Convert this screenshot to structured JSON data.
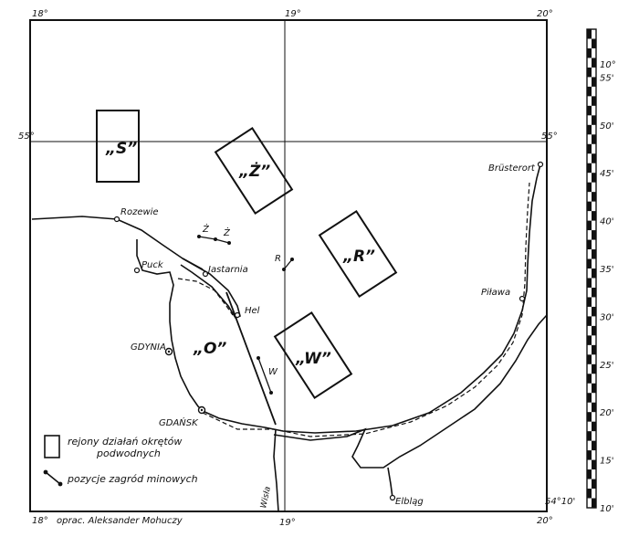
{
  "map": {
    "top_lon_labels": [
      "18°",
      "19°",
      "20°"
    ],
    "bottom_lon_labels": [
      "18°",
      "19°",
      "20°"
    ],
    "lat_labels": [
      "55°",
      "55°"
    ],
    "corner_label": "54°10'",
    "scale_labels": [
      "10°",
      "55'",
      "50'",
      "45'",
      "40'",
      "35'",
      "30'",
      "25'",
      "20'",
      "15'",
      "10'"
    ],
    "areas": [
      {
        "id": "S",
        "label": "„S”"
      },
      {
        "id": "Z",
        "label": "„Ż”"
      },
      {
        "id": "R",
        "label": "„R”"
      },
      {
        "id": "O",
        "label": "„O”"
      },
      {
        "id": "W",
        "label": "„W”"
      }
    ],
    "minefields": [
      {
        "id": "Z1",
        "label": "Ż"
      },
      {
        "id": "Z2",
        "label": "Ż"
      },
      {
        "id": "R",
        "label": "R"
      },
      {
        "id": "W",
        "label": "W"
      }
    ],
    "places": {
      "rozewie": "Rozewie",
      "puck": "Puck",
      "jastarnia": "Jastarnia",
      "hel": "Hel",
      "gdynia": "GDYNIA",
      "gdansk": "GDAŃSK",
      "wisla": "Wisła",
      "elblag": "Elbląg",
      "pilawa": "Piława",
      "brusterort": "Brüsterort"
    },
    "legend": {
      "area_label_1": "rejony działań okrętów",
      "area_label_2": "podwodnych",
      "mine_label": "pozycje zagród minowych"
    },
    "credit": "oprac. Aleksander Mohuczy"
  }
}
